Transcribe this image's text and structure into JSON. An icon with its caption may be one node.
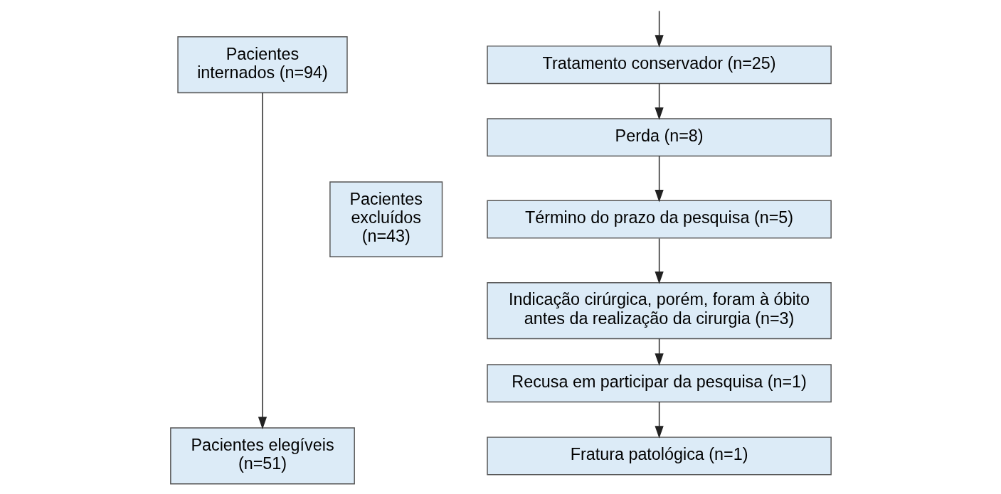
{
  "diagram": {
    "nodes": [
      {
        "text": [
          "Pacientes internados (n=94)"
        ]
      },
      {
        "text": [
          "Pacientes elegíveis (n=51)"
        ]
      },
      {
        "text": [
          "Pacientes excluídos (n=43)"
        ]
      },
      {
        "text": [
          "Tratamento conservador (n=25)"
        ]
      },
      {
        "text": [
          "Perda (n=8)"
        ]
      },
      {
        "text": [
          "Término do prazo da pesquisa (n=5)"
        ]
      },
      {
        "text": [
          "Indicação cirúrgica, porém, foram à óbito antes da realização da cirurgia (n=3)"
        ]
      },
      {
        "text": [
          "Recusa em participar da pesquisa (n=1)"
        ]
      },
      {
        "text": [
          "Fratura patológica (n=1)"
        ]
      }
    ],
    "edges": [
      {
        "from": 0,
        "to": 1,
        "arrow": "to"
      },
      {
        "from": null,
        "to": 3,
        "arrow": "to"
      },
      {
        "from": 3,
        "to": 4,
        "arrow": "to"
      },
      {
        "from": 4,
        "to": 5,
        "arrow": "to"
      },
      {
        "from": 5,
        "to": 6,
        "arrow": "to"
      },
      {
        "from": 6,
        "to": 7,
        "arrow": "to"
      },
      {
        "from": 7,
        "to": 8,
        "arrow": "to"
      }
    ]
  }
}
